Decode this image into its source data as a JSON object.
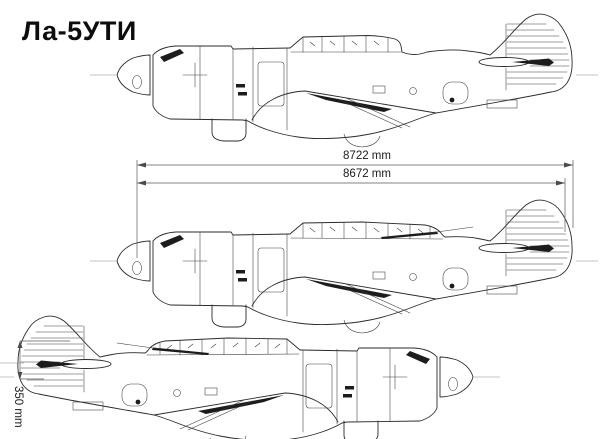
{
  "title": "Ла-5УТИ",
  "dimensions": {
    "upper_length": "8722 mm",
    "lower_length": "8672 mm",
    "vertical": "350 mm"
  },
  "colors": {
    "ink": "#2b2b2b",
    "paper": "#ffffff"
  }
}
